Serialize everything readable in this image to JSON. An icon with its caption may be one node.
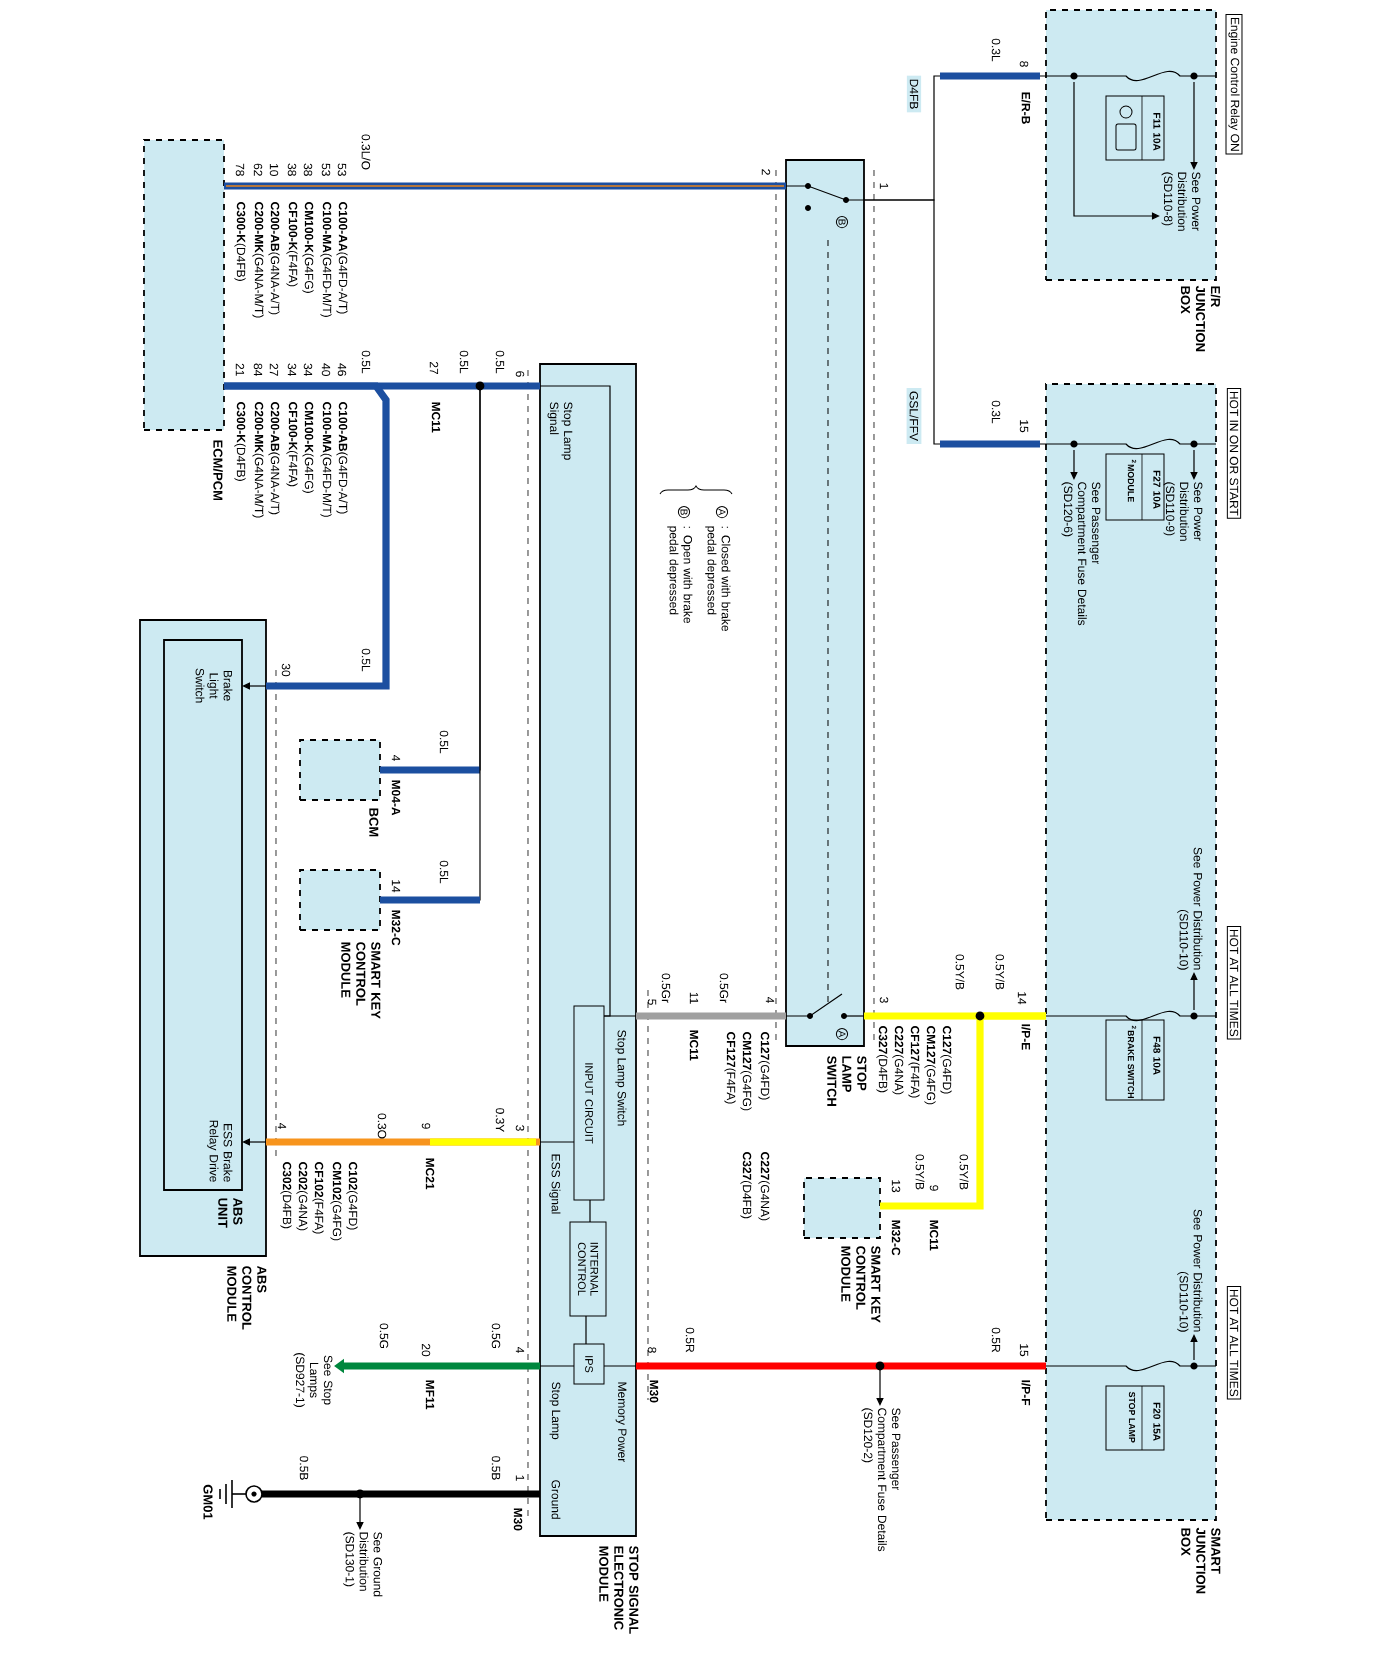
{
  "diagram": {
    "nodes": [
      {
        "text": [
          "Engine Control Relay ON",
          "E/R JUNCTION BOX"
        ]
      },
      {
        "text": [
          "F11 10A"
        ],
        "in": 0
      },
      {
        "text": [
          "See Power Distribution (SD110-8)"
        ],
        "in": 0
      },
      {
        "text": [
          "HOT IN ON OR START",
          "HOT AT ALL TIMES",
          "HOT AT ALL TIMES",
          "SMART JUNCTION BOX"
        ]
      },
      {
        "text": [
          "F27 10A",
          "$^{2}$MODULE"
        ],
        "in": 3
      },
      {
        "text": [
          "See Power Distribution (SD110-9)"
        ],
        "in": 3
      },
      {
        "text": [
          "See Passenger Compartment Fuse Details (SD120-6)"
        ],
        "in": 3
      },
      {
        "text": [
          "F48 10A",
          "$^{2}$BRAKE SWITCH"
        ],
        "in": 3
      },
      {
        "text": [
          "See Power Distribution (SD110-10)"
        ],
        "in": 3
      },
      {
        "text": [
          "F20 15A",
          "STOP LAMP"
        ],
        "in": 3
      },
      {
        "text": [
          "See Power Distribution (SD110-10)"
        ],
        "in": 3
      },
      {
        "text": [
          "STOP LAMP SWITCH"
        ]
      },
      {
        "text": [
          "ECM/PCM"
        ]
      },
      {
        "text": [
          "Stop Lamp Signal",
          "Stop Lamp Switch",
          "ESS Signal",
          "Stop Lamp",
          "Ground",
          "Memory Power",
          "STOP SIGNAL ELECTRONIC MODULE"
        ]
      },
      {
        "text": [
          "INPUT CIRCUIT"
        ],
        "in": 13
      },
      {
        "text": [
          "INTERNAL CONTROL"
        ],
        "in": 13
      },
      {
        "text": [
          "IPS"
        ],
        "in": 13
      },
      {
        "text": [
          "BCM"
        ]
      },
      {
        "text": [
          "SMART KEY CONTROL MODULE"
        ]
      },
      {
        "text": [
          "ABS CONTROL MODULE"
        ]
      },
      {
        "text": [
          "Brake Light Switch",
          "ESS Brake Relay Drive",
          "ABS UNIT"
        ],
        "in": 19
      },
      {
        "text": [
          "SMART KEY CONTROL MODULE"
        ]
      },
      {
        "text": [
          "See Passenger Compartment Fuse Details (SD120-2)"
        ]
      },
      {
        "text": [
          "See Stop Lamps (SD927-1)"
        ]
      },
      {
        "text": [
          "See Ground Distribution (SD130-1)"
        ]
      },
      {
        "text": [
          "GM01"
        ]
      },
      {
        "text": [],
        "shape": "bar",
        "in": 0
      },
      {
        "text": [],
        "shape": "bar",
        "in": 3
      },
      {
        "text": [],
        "shape": "bar",
        "in": 3
      },
      {
        "text": [],
        "shape": "bar",
        "in": 3
      }
    ],
    "edges": [
      {
        "from": 26,
        "to": 2,
        "arrow": "to"
      },
      {
        "from": 26,
        "to": 2,
        "arrow": "to"
      },
      {
        "from": 27,
        "to": 5,
        "arrow": "to"
      },
      {
        "from": 27,
        "to": 6,
        "arrow": "to"
      },
      {
        "from": 28,
        "to": 8,
        "arrow": "to"
      },
      {
        "from": 29,
        "to": 10,
        "arrow": "to"
      },
      {
        "from": 26,
        "to": 11,
        "arrow": "none"
      },
      {
        "from": 27,
        "to": 11,
        "arrow": "none"
      },
      {
        "from": 12,
        "to": 11,
        "arrow": "none",
        "style": "thick",
        "color": "#1c4fa0"
      },
      {
        "from": 12,
        "to": 13,
        "arrow": "none",
        "style": "thick",
        "color": "#1c4fa0"
      },
      {
        "from": 12,
        "to": 17,
        "arrow": "none"
      },
      {
        "from": 12,
        "to": 18,
        "arrow": "none"
      },
      {
        "from": 12,
        "to": 19,
        "arrow": "none",
        "style": "thick",
        "color": "#1c4fa0"
      },
      {
        "from": 11,
        "to": 13,
        "arrow": "none",
        "style": "thick",
        "color": "#a0a0a0"
      },
      {
        "from": 28,
        "to": 11,
        "arrow": "none",
        "style": "thick",
        "color": "#ffff00"
      },
      {
        "from": 28,
        "to": 21,
        "arrow": "none",
        "style": "thick",
        "color": "#ffff00"
      },
      {
        "from": 19,
        "to": 13,
        "arrow": "none",
        "style": "thick",
        "color": "#f7941d"
      },
      {
        "from": 29,
        "to": 13,
        "arrow": "none",
        "style": "thick",
        "color": "#ff0000"
      },
      {
        "from": 29,
        "to": 22,
        "arrow": "to"
      },
      {
        "from": 13,
        "to": 23,
        "arrow": "to",
        "style": "thick",
        "color": "#00873e"
      },
      {
        "from": 13,
        "to": 25,
        "arrow": "none",
        "style": "thick"
      },
      {
        "from": 13,
        "to": 24,
        "arrow": "to"
      },
      {
        "from": 14,
        "to": 15,
        "arrow": "none"
      },
      {
        "from": 15,
        "to": 16,
        "arrow": "none"
      },
      {
        "from": 19,
        "to": 20,
        "arrow": "to"
      },
      {
        "from": 19,
        "to": 20,
        "arrow": "to"
      },
      {
        "from": 13,
        "to": 14,
        "arrow": "none"
      },
      {
        "from": 13,
        "to": 14,
        "arrow": "none"
      },
      {
        "from": 13,
        "to": 16,
        "arrow": "none"
      },
      {
        "from": 16,
        "to": 13,
        "arrow": "none"
      },
      {
        "from": 13,
        "to": 14,
        "arrow": "none"
      }
    ],
    "labels": [
      "D4FB",
      "0.3L",
      "8",
      "E/R-B",
      "GSL/FFV",
      "0.3L",
      "15",
      "1",
      "2",
      "B",
      "0.3L/O",
      "53",
      "53",
      "38",
      "38",
      "10",
      "62",
      "78",
      "**C100-AA**(G4FD-A/T)",
      "**C100-MA**(G4FD-M/T)",
      "**CM100-K**(G4FG)",
      "**CF100-K**(F4FA)",
      "**C200-AB**(G4NA-A/T)",
      "**C200-MK**(G4NA-M/T)",
      "**C300-K**(D4FB)",
      "0.5L",
      "46",
      "40",
      "34",
      "34",
      "27",
      "84",
      "21",
      "**C100-AB**(G4FD-A/T)",
      "**C100-MA**(G4FD-M/T)",
      "**CM100-K**(G4FG)",
      "**CF100-K**(F4FA)",
      "**C200-AB**(G4NA-A/T)",
      "**C200-MK**(G4NA-M/T)",
      "**C300-K**(D4FB)",
      "27",
      "MC11",
      "0.5L",
      "0.5L",
      "6",
      "A",
      ": Closed with brake pedal depressed",
      "B",
      ": Open with brake pedal depressed",
      "0.5L",
      "30",
      "0.5L",
      "4",
      "M04-A",
      "0.5L",
      "14",
      "M32-C",
      "0.5Gr",
      "4",
      "11",
      "MC11",
      "0.5Gr",
      "5",
      "**C127**(G4FD)",
      "**CM127**(G4FG)",
      "**CF127**(F4FA)",
      "**C227**(G4NA)",
      "**C327**(D4FB)",
      "3",
      "0.5Y/B",
      "0.5Y/B",
      "14",
      "I/P-E",
      "**C127**(G4FD)",
      "**CM127**(G4FG)",
      "**CF127**(F4FA)",
      "**C227**(G4NA)",
      "**C327**(D4FB)",
      "A",
      "0.3O",
      "4",
      "9",
      "MC21",
      "0.3Y",
      "3",
      "**C102**(G4FD)",
      "**CM102**(G4FG)",
      "**CF102**(F4FA)",
      "**C202**(G4NA)",
      "**C302**(D4FB)",
      "0.5Y/B",
      "0.5Y/B",
      "9",
      "MC11",
      "13",
      "M32-C",
      "0.5R",
      "15",
      "I/P-F",
      "0.5R",
      "8",
      "M30",
      "0.5G",
      "4",
      "0.5G",
      "20",
      "MF11",
      "0.5B",
      "1",
      "0.5B",
      "M30"
    ]
  }
}
